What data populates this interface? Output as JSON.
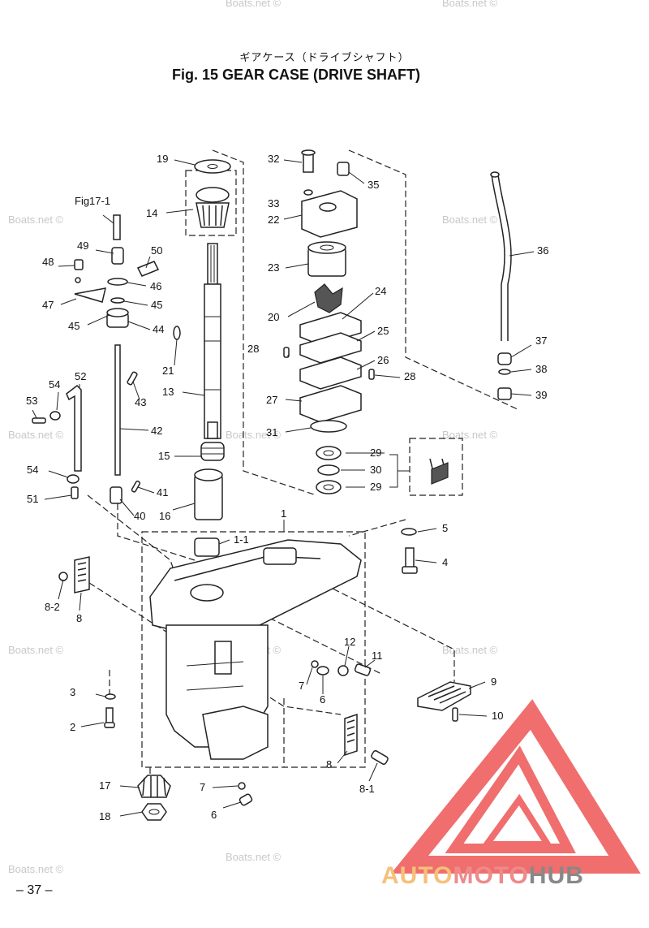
{
  "header": {
    "jp_title": "ギアケース（ドライブシャフト）",
    "title": "Fig. 15    GEAR CASE   (DRIVE SHAFT)"
  },
  "page_number": "– 37 –",
  "watermark": "Boats.net ©",
  "logo": {
    "part1": "AUTO",
    "part2": "MOTO",
    "part3": "HUB",
    "colors": {
      "auto": "#f5c07a",
      "moto": "#ee8a8a",
      "hub": "#888888",
      "triangle": "#ee5555"
    }
  },
  "labels": {
    "fig17": "Fig17-1",
    "n1": "1",
    "n1_1": "1-1",
    "n2": "2",
    "n3": "3",
    "n4": "4",
    "n5": "5",
    "n6a": "6",
    "n6b": "6",
    "n7a": "7",
    "n7b": "7",
    "n8a": "8",
    "n8b": "8",
    "n8_1": "8-1",
    "n8_2": "8-2",
    "n9": "9",
    "n10": "10",
    "n11": "11",
    "n12": "12",
    "n13": "13",
    "n14": "14",
    "n15": "15",
    "n16": "16",
    "n17": "17",
    "n18": "18",
    "n19": "19",
    "n20": "20",
    "n21": "21",
    "n22": "22",
    "n23": "23",
    "n24": "24",
    "n25": "25",
    "n26": "26",
    "n27": "27",
    "n28a": "28",
    "n28b": "28",
    "n29a": "29",
    "n29b": "29",
    "n30": "30",
    "n31": "31",
    "n32": "32",
    "n33": "33",
    "n35": "35",
    "n36": "36",
    "n37": "37",
    "n38": "38",
    "n39": "39",
    "n40": "40",
    "n41": "41",
    "n42": "42",
    "n43": "43",
    "n44": "44",
    "n45a": "45",
    "n45b": "45",
    "n46": "46",
    "n47": "47",
    "n48": "48",
    "n49": "49",
    "n50": "50",
    "n51": "51",
    "n52": "52",
    "n53": "53",
    "n54a": "54",
    "n54b": "54"
  }
}
